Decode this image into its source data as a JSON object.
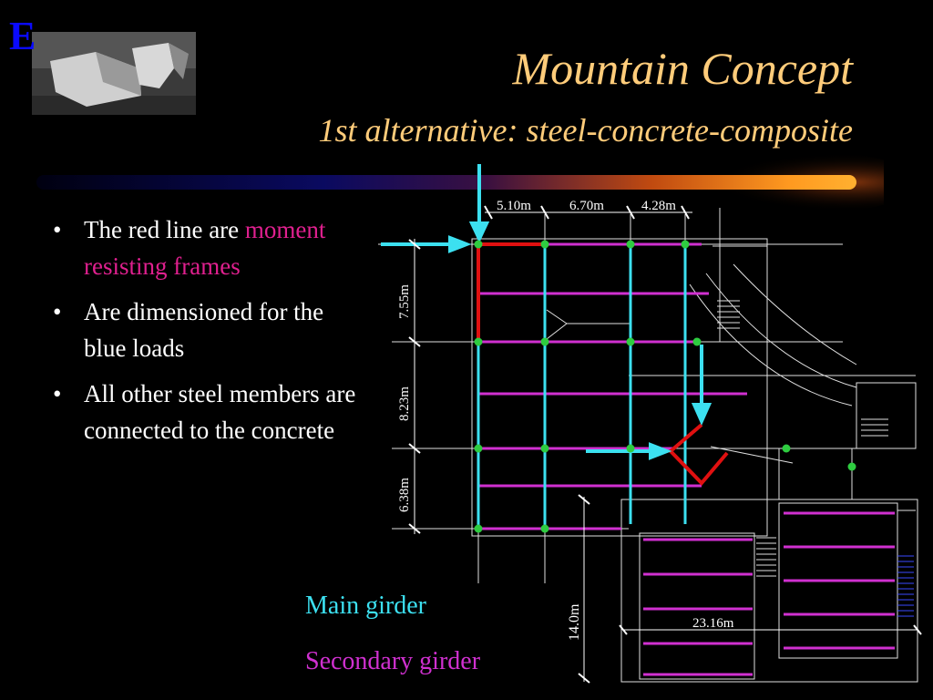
{
  "logo_letter": "E",
  "title": "Mountain Concept",
  "subtitle": "1st alternative: steel-concrete-composite",
  "bullets": [
    {
      "text": "The red line are",
      "highlight": "moment resisting frames"
    },
    {
      "text": "Are dimensioned for the blue loads"
    },
    {
      "text": "All other steel members are connected to the concrete"
    }
  ],
  "legend": {
    "main": "Main girder",
    "secondary": "Secondary girder"
  },
  "dimensions": {
    "top": [
      "5.10m",
      "6.70m",
      "4.28m"
    ],
    "left": [
      "7.55m",
      "8.23m",
      "6.38m"
    ],
    "lower_left": "14.0m",
    "lower_width": "23.16m"
  },
  "colors": {
    "title": "#ffcc7a",
    "main_girder": "#3ce0f0",
    "secondary_girder": "#d030d0",
    "moment_frame": "#e01010",
    "column_node": "#2ecc40",
    "logo": "#0a0aff"
  }
}
